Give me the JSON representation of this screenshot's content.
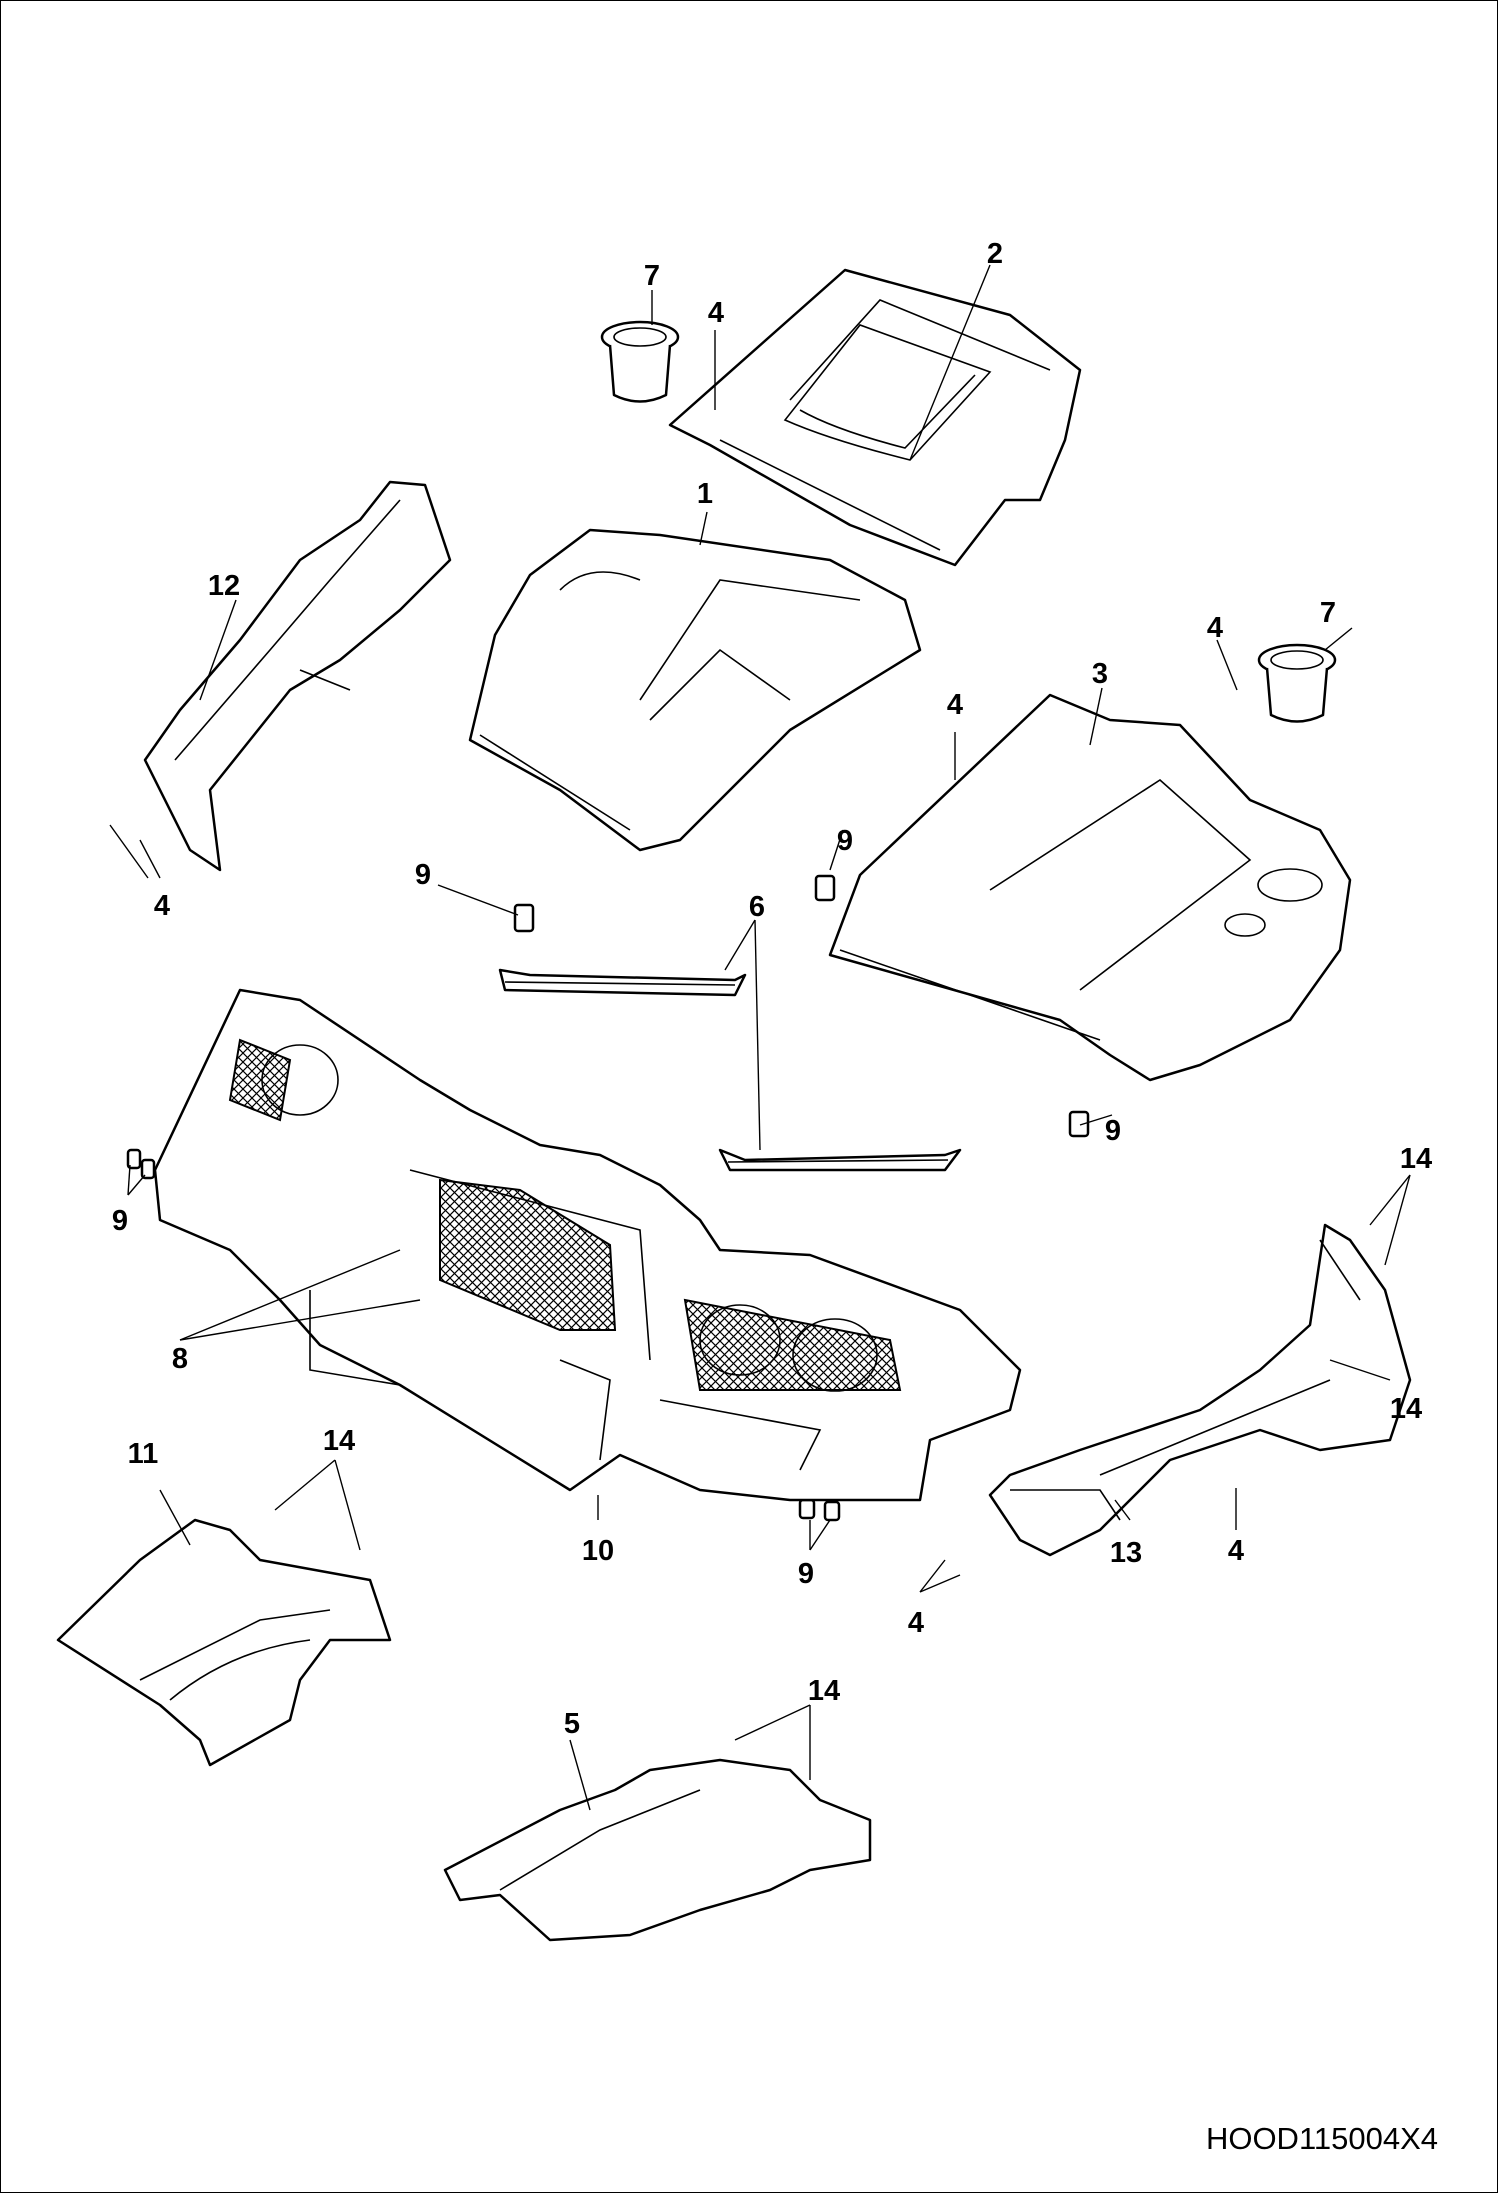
{
  "drawing_code": "HOOD115004X4",
  "callouts": {
    "c1": "1",
    "c2": "2",
    "c3": "3",
    "c4a": "4",
    "c4b": "4",
    "c4c": "4",
    "c4d": "4",
    "c4e": "4",
    "c4f": "4",
    "c5": "5",
    "c6": "6",
    "c7a": "7",
    "c7b": "7",
    "c8": "8",
    "c9a": "9",
    "c9b": "9",
    "c9c": "9",
    "c9d": "9",
    "c9e": "9",
    "c10": "10",
    "c11": "11",
    "c12": "12",
    "c13": "13",
    "c14a": "14",
    "c14b": "14",
    "c14c": "14",
    "c14d": "14"
  }
}
